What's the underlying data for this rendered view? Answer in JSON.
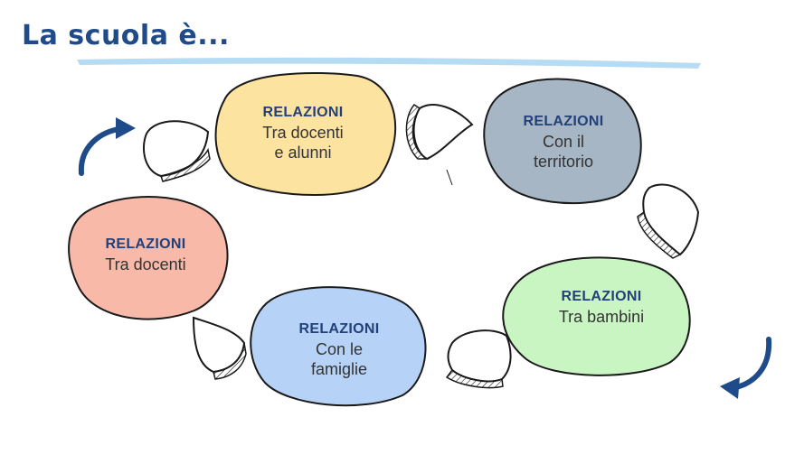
{
  "title": "La scuola è...",
  "colors": {
    "title": "#1f4b8a",
    "highlight": "#a9d6f2",
    "arrow": "#1f4b8a",
    "outline": "#1a1a1a"
  },
  "nodes": [
    {
      "id": "docenti-alunni",
      "heading": "RELAZIONI",
      "line1": "Tra docenti",
      "line2": "e alunni",
      "fill": "#fde3a0"
    },
    {
      "id": "territorio",
      "heading": "RELAZIONI",
      "line1": "Con il",
      "line2": "territorio",
      "fill": "#a7b6c4"
    },
    {
      "id": "bambini",
      "heading": "RELAZIONI",
      "line1": "Tra bambini",
      "line2": "",
      "fill": "#c9f5c3"
    },
    {
      "id": "famiglie",
      "heading": "RELAZIONI",
      "line1": "Con le",
      "line2": "famiglie",
      "fill": "#b6d3f7"
    },
    {
      "id": "docenti",
      "heading": "RELAZIONI",
      "line1": "Tra docenti",
      "line2": "",
      "fill": "#f8b9a8"
    }
  ],
  "icons": [
    "speech-bubble-icon",
    "curved-arrow-icon"
  ]
}
